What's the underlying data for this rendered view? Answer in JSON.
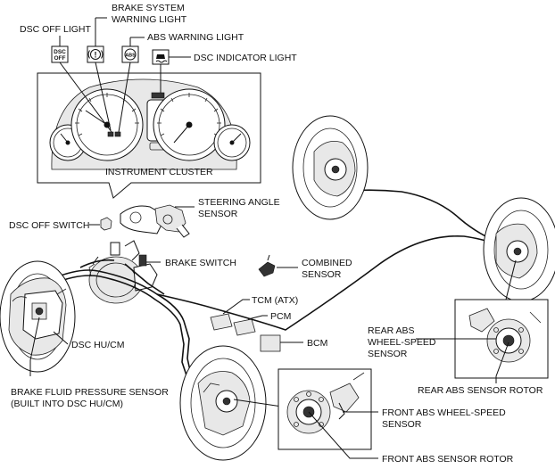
{
  "labels": {
    "dsc_off_light": "DSC OFF LIGHT",
    "brake_system_warning_light_line1": "BRAKE SYSTEM",
    "brake_system_warning_light_line2": "WARNING LIGHT",
    "abs_warning_light": "ABS WARNING LIGHT",
    "dsc_indicator_light": "DSC INDICATOR LIGHT",
    "instrument_cluster": "INSTRUMENT CLUSTER",
    "steering_angle_sensor_line1": "STEERING ANGLE",
    "steering_angle_sensor_line2": "SENSOR",
    "dsc_off_switch": "DSC OFF SWITCH",
    "brake_switch": "BRAKE SWITCH",
    "combined_sensor_line1": "COMBINED",
    "combined_sensor_line2": "SENSOR",
    "tcm_atx": "TCM (ATX)",
    "pcm": "PCM",
    "bcm": "BCM",
    "dsc_hu_cm": "DSC HU/CM",
    "brake_fluid_pressure_sensor_line1": "BRAKE FLUID PRESSURE SENSOR",
    "brake_fluid_pressure_sensor_line2": "(BUILT INTO DSC HU/CM)",
    "rear_abs_wheel_speed_sensor_line1": "REAR ABS",
    "rear_abs_wheel_speed_sensor_line2": "WHEEL-SPEED",
    "rear_abs_wheel_speed_sensor_line3": "SENSOR",
    "rear_abs_sensor_rotor": "REAR ABS SENSOR ROTOR",
    "front_abs_wheel_speed_sensor_line1": "FRONT ABS WHEEL-SPEED",
    "front_abs_wheel_speed_sensor_line2": "SENSOR",
    "front_abs_sensor_rotor": "FRONT ABS SENSOR ROTOR"
  },
  "indicator_icons": {
    "dsc_off_text_line1": "DSC",
    "dsc_off_text_line2": "OFF",
    "abs_text": "ABS"
  },
  "icons": [
    "dsc-off-light-icon",
    "brake-warning-light-icon",
    "abs-warning-light-icon",
    "dsc-indicator-light-icon"
  ]
}
